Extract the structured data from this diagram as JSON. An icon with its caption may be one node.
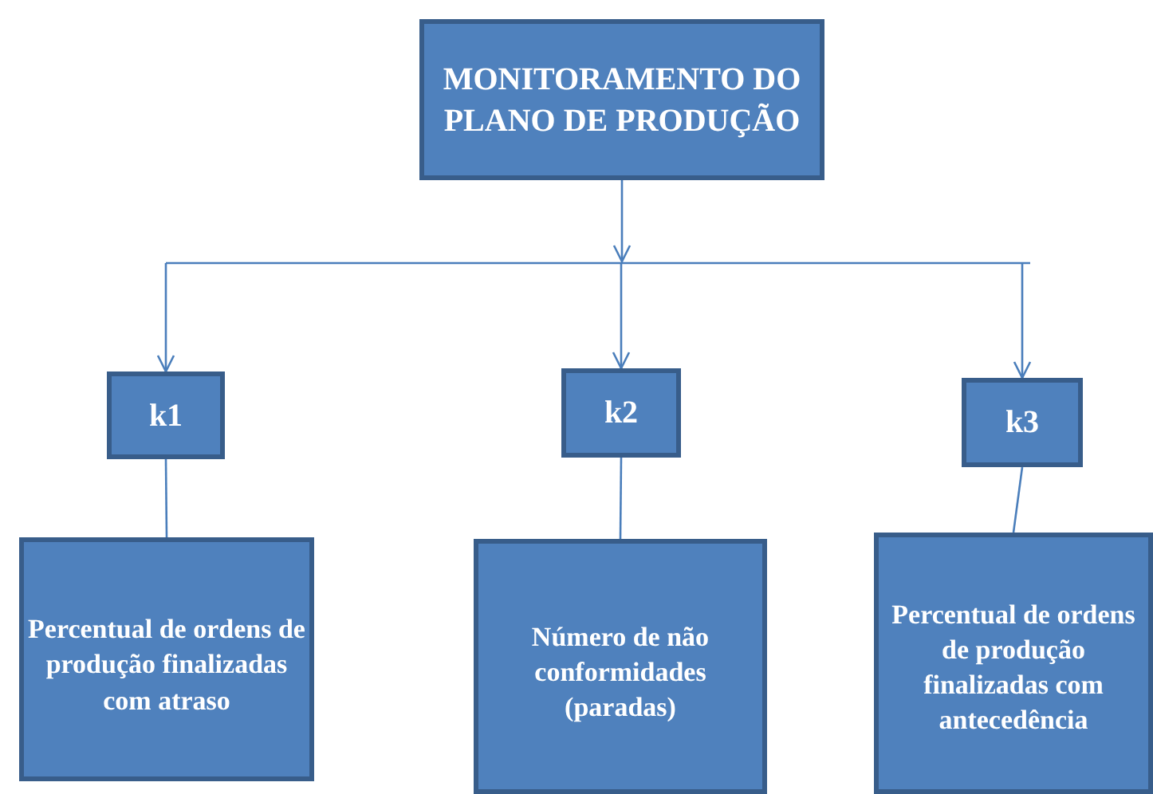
{
  "diagram": {
    "nodes": [
      {
        "text": [
          "MONITORAMENTO DO PLANO DE PRODUÇÃO"
        ]
      },
      {
        "text": [
          "k1"
        ]
      },
      {
        "text": [
          "k2"
        ]
      },
      {
        "text": [
          "k3"
        ]
      },
      {
        "text": [
          "Percentual de ordens de produção finalizadas com atraso"
        ]
      },
      {
        "text": [
          "Número de não conformidades (paradas)"
        ]
      },
      {
        "text": [
          "Percentual de ordens de produção finalizadas com antecedência"
        ]
      }
    ],
    "edges": [
      {
        "from": 0,
        "to": 1,
        "arrow": "to"
      },
      {
        "from": 0,
        "to": 2,
        "arrow": "to"
      },
      {
        "from": 0,
        "to": 3,
        "arrow": "to"
      },
      {
        "from": 1,
        "to": 4,
        "arrow": "none"
      },
      {
        "from": 2,
        "to": 5,
        "arrow": "none"
      },
      {
        "from": 3,
        "to": 6,
        "arrow": "none"
      }
    ]
  }
}
